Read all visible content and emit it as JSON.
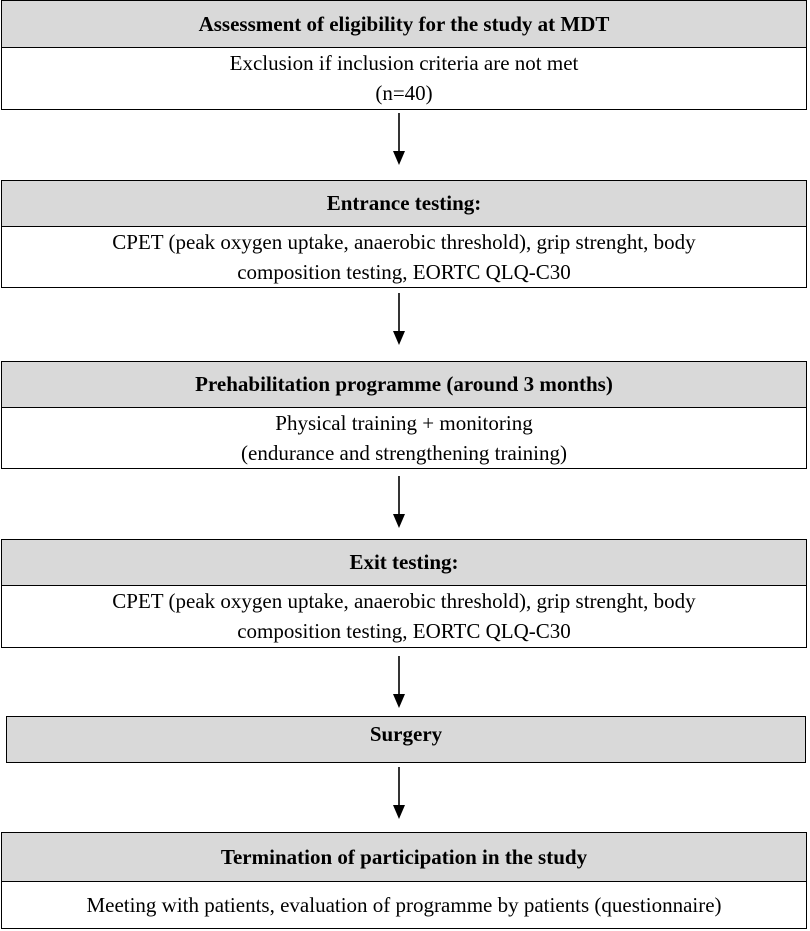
{
  "steps": [
    {
      "title": "Assessment of eligibility for the study at MDT",
      "lines": [
        "Exclusion if inclusion criteria are not met",
        "(n=40)"
      ]
    },
    {
      "title": "Entrance testing:",
      "lines": [
        "CPET (peak oxygen uptake, anaerobic threshold), grip strenght, body",
        "composition testing, EORTC QLQ-C30"
      ]
    },
    {
      "title": "Prehabilitation programme (around 3 months)",
      "lines": [
        "Physical training + monitoring",
        "(endurance and strengthening training)"
      ]
    },
    {
      "title": "Exit testing:",
      "lines": [
        "CPET (peak oxygen uptake, anaerobic threshold), grip strenght, body",
        "composition testing, EORTC QLQ-C30"
      ]
    },
    {
      "title": "Surgery",
      "lines": []
    },
    {
      "title": "Termination of participation in the study",
      "lines": [
        "Meeting with patients, evaluation of programme by patients (questionnaire)"
      ]
    }
  ]
}
